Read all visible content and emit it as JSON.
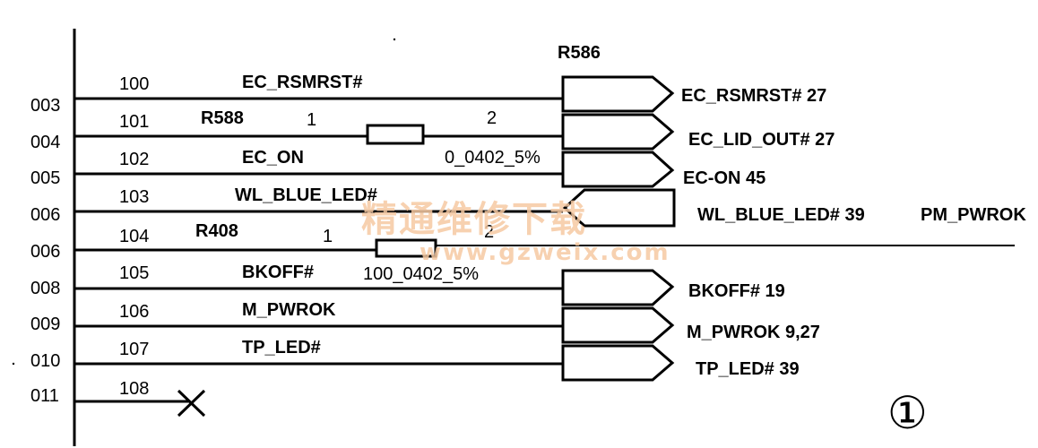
{
  "diagram": {
    "component_labels": {
      "r586": "R586",
      "r588": "R588",
      "r408": "R408"
    },
    "pin_labels": {
      "r588_pin1": "1",
      "r588_pin2": "2",
      "r408_pin1": "1",
      "r408_pin2": "2"
    },
    "resistor_values": {
      "r588": "0_0402_5%",
      "r408": "100_0402_5%"
    },
    "rows": [
      {
        "code": "003",
        "num": "100",
        "signal": "EC_RSMRST#",
        "out": "EC_RSMRST# 27"
      },
      {
        "code": "004",
        "num": "101",
        "signal": "",
        "out": "EC_LID_OUT# 27"
      },
      {
        "code": "005",
        "num": "102",
        "signal": "EC_ON",
        "out": "EC-ON 45"
      },
      {
        "code": "006",
        "num": "103",
        "signal": "WL_BLUE_LED#",
        "out": "WL_BLUE_LED# 39"
      },
      {
        "code": "006",
        "num": "104",
        "signal": "",
        "out": "PM_PWROK"
      },
      {
        "code": "008",
        "num": "105",
        "signal": "BKOFF#",
        "out": "BKOFF# 19"
      },
      {
        "code": "009",
        "num": "106",
        "signal": "M_PWROK",
        "out": "M_PWROK 9,27"
      },
      {
        "code": "010",
        "num": "107",
        "signal": "TP_LED#",
        "out": "TP_LED# 39"
      },
      {
        "code": "011",
        "num": "108",
        "signal": "",
        "out": ""
      }
    ],
    "figure_number": "①",
    "watermark": {
      "chinese": "精通维修下载",
      "url": "www.gzweix.com"
    }
  }
}
